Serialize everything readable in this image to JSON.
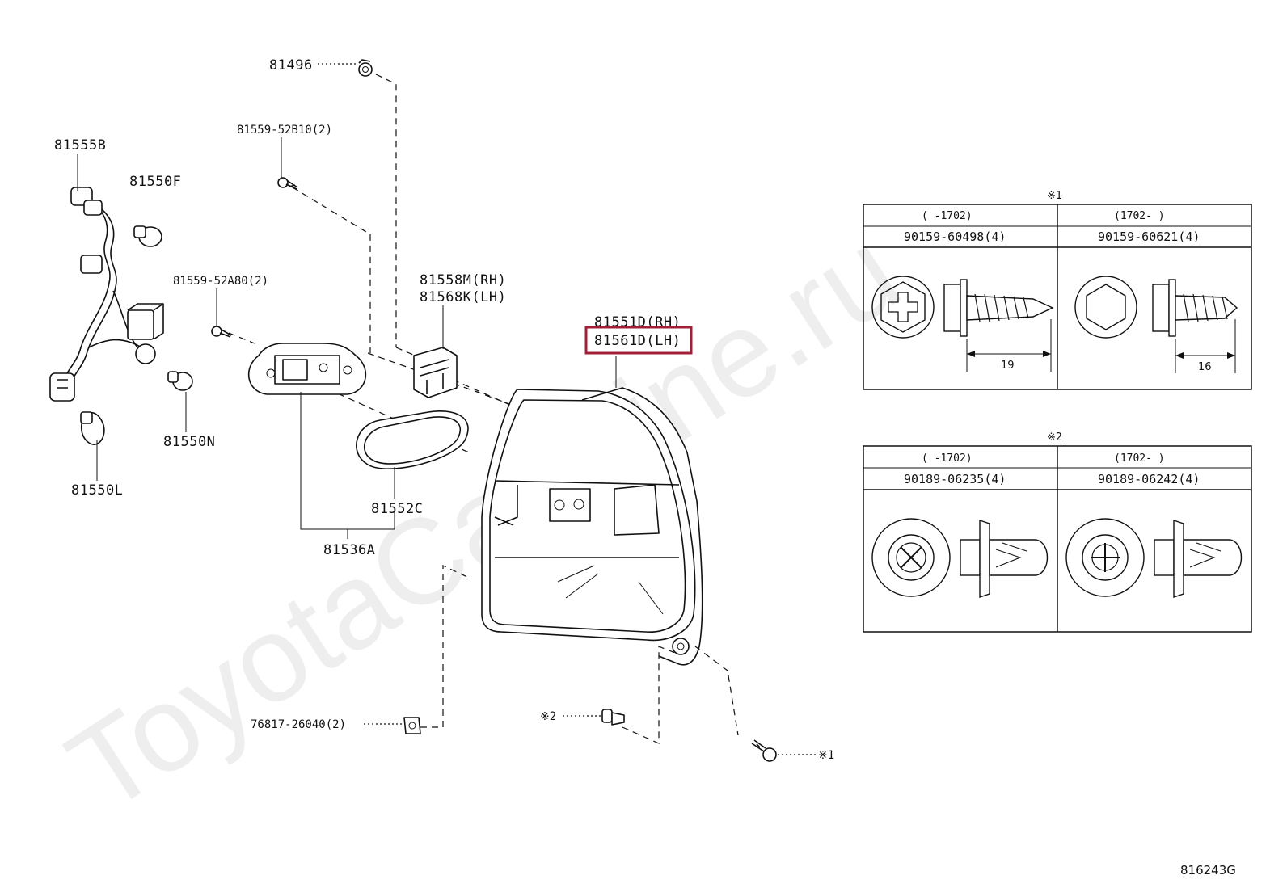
{
  "watermark": "ToyotaCarMine.ru",
  "diagram_code": "816243G",
  "highlight_color": "#a0203a",
  "parts": {
    "p81496": "81496",
    "p81559_52b10": "81559-52B10(2)",
    "p81555b": "81555B",
    "p81550f": "81550F",
    "p81559_52a80": "81559-52A80(2)",
    "p81558m": "81558M(RH)",
    "p81568k": "81568K(LH)",
    "p81551d": "81551D(RH)",
    "p81561d": "81561D(LH)",
    "p81550n": "81550N",
    "p81550l": "81550L",
    "p81552c": "81552C",
    "p81536a": "81536A",
    "p76817": "76817-26040(2)",
    "note2_ref": "※2",
    "note1_ref": "※1"
  },
  "table1": {
    "mark": "※1",
    "col1_head": "(     -1702)",
    "col2_head": "(1702-     )",
    "col1_part": "90159-60498(4)",
    "col2_part": "90159-60621(4)",
    "col1_dim": "19",
    "col2_dim": "16"
  },
  "table2": {
    "mark": "※2",
    "col1_head": "(     -1702)",
    "col2_head": "(1702-     )",
    "col1_part": "90189-06235(4)",
    "col2_part": "90189-06242(4)"
  }
}
